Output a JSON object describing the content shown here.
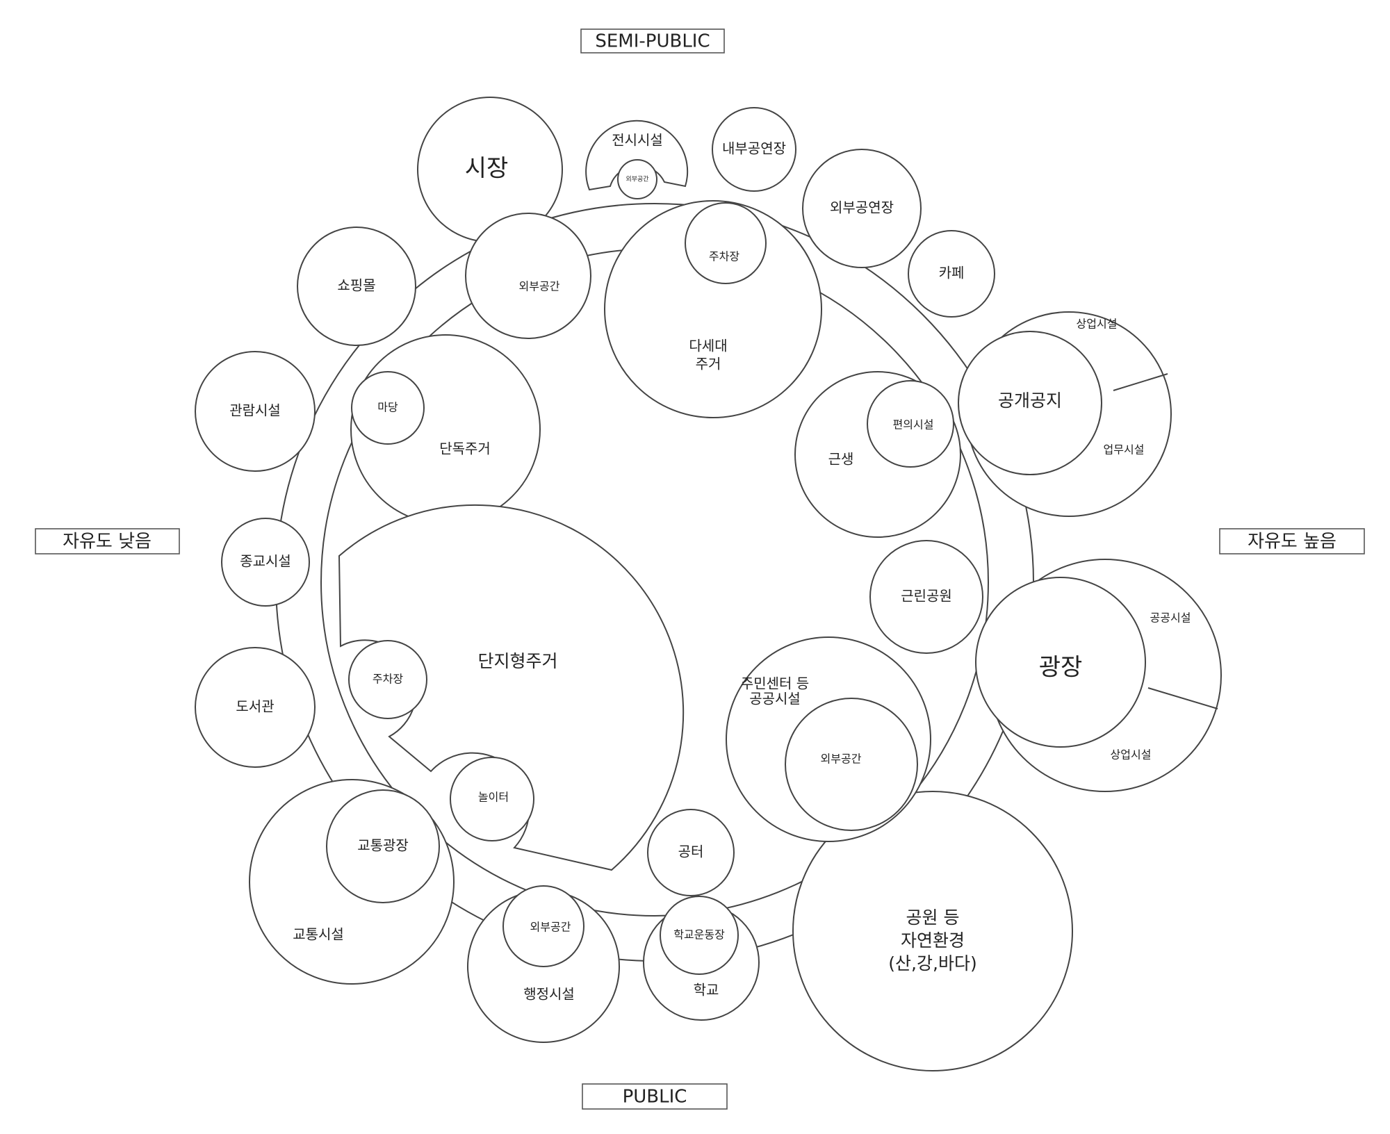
{
  "axes": {
    "top": "SEMI-PUBLIC",
    "bottom": "PUBLIC",
    "left": "자유도 낮음",
    "right": "자유도 높음"
  },
  "labels": {
    "market": "시장",
    "exhibition": "전시시설",
    "exhibition_outdoor": "외부공간",
    "indoor_hall": "내부공연장",
    "outdoor_hall": "외부공연장",
    "cafe": "카페",
    "shopping": "쇼핑몰",
    "outdoor_space_top": "외부공간",
    "parking_top": "주차장",
    "multi_family": [
      "다세대",
      "주거"
    ],
    "viewing": "관람시설",
    "yard": "마당",
    "detached": "단독주거",
    "open_space": "공개공지",
    "commercial_top": "상업시설",
    "business": "업무시설",
    "convenience": "편의시설",
    "neighborhood": "근생",
    "religious": "종교시설",
    "neighborhood_park": "근린공원",
    "complex_housing": "단지형주거",
    "plaza": "광장",
    "public_facility": "공공시설",
    "commercial_bottom": "상업시설",
    "library": "도서관",
    "parking_left": "주차장",
    "community": [
      "주민센터 등",
      "공공시설"
    ],
    "outdoor_space_right": "외부공간",
    "playground": "놀이터",
    "vacant_lot": "공터",
    "transit_plaza": "교통광장",
    "transit": "교통시설",
    "outdoor_space_bottom": "외부공간",
    "admin": "행정시설",
    "school_ground": "학교운동장",
    "school": "학교",
    "nature": [
      "공원 등",
      "자연환경",
      "(산,강,바다)"
    ]
  }
}
